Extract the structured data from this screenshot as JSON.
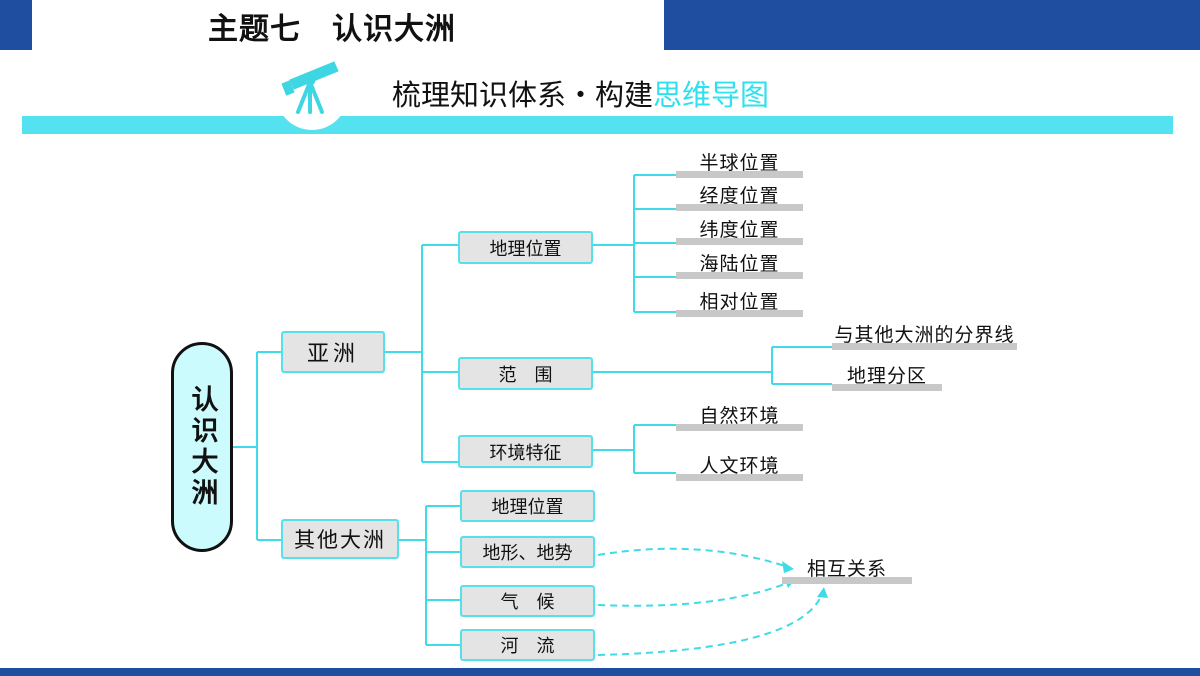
{
  "header": {
    "topic": "主题七　认识大洲",
    "section_main": "梳理知识体系・构建",
    "section_highlight": "思维导图"
  },
  "colors": {
    "bar": "#1f4ea1",
    "accent": "#54e2f0",
    "node_fill": "#e4e4e4",
    "root_fill": "#cbfbfd"
  },
  "icons": {
    "section_icon": "telescope-icon"
  },
  "mindmap": {
    "root": "认识大洲",
    "asia": {
      "label": "亚洲",
      "location": {
        "label": "地理位置",
        "items": [
          "半球位置",
          "经度位置",
          "纬度位置",
          "海陆位置",
          "相对位置"
        ]
      },
      "range": {
        "label": "范　围",
        "items": [
          "与其他大洲的分界线",
          "地理分区"
        ]
      },
      "environment": {
        "label": "环境特征",
        "items": [
          "自然环境",
          "人文环境"
        ]
      }
    },
    "other": {
      "label": "其他大洲",
      "items": [
        "地理位置",
        "地形、地势",
        "气　候",
        "河　流"
      ],
      "relation": "相互关系"
    }
  }
}
